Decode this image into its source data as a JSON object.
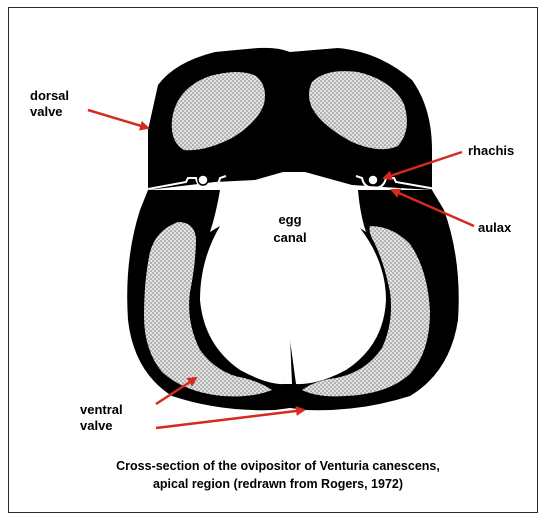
{
  "labels": {
    "dorsal_valve_line1": "dorsal",
    "dorsal_valve_line2": "valve",
    "rhachis": "rhachis",
    "aulax": "aulax",
    "egg_canal_line1": "egg",
    "egg_canal_line2": "canal",
    "ventral_valve_line1": "ventral",
    "ventral_valve_line2": "valve"
  },
  "caption": {
    "line1": "Cross-section of the ovipositor of Venturia canescens,",
    "line2": "apical region (redrawn from Rogers, 1972)"
  },
  "colors": {
    "structure": "#000000",
    "tissue_fill": "#d8d8d8",
    "arrow": "#d42a20",
    "frame": "#2a2a2a"
  }
}
